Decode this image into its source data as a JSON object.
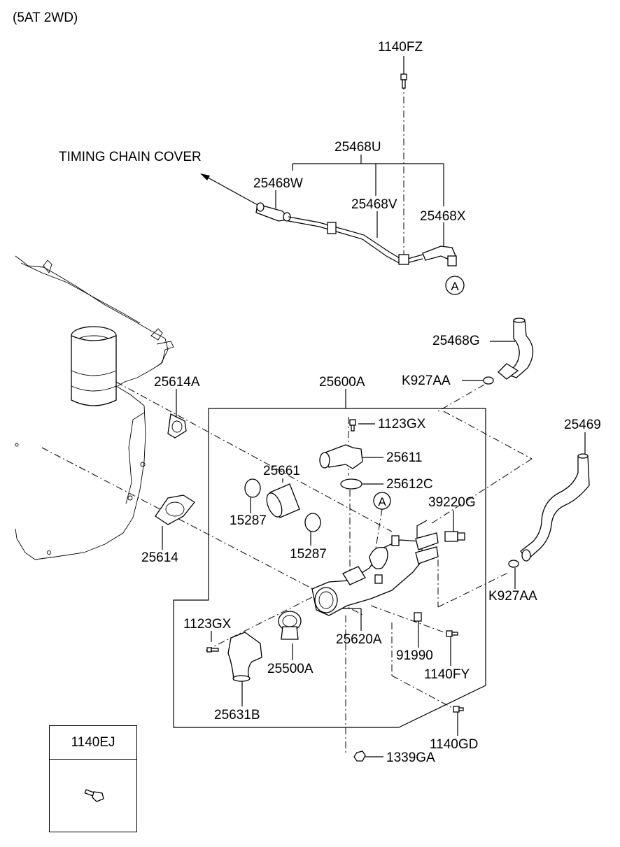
{
  "header": {
    "variant": "(5AT 2WD)"
  },
  "annotation": {
    "timing_chain_cover": "TIMING CHAIN COVER"
  },
  "callout": {
    "letter": "A"
  },
  "parts": {
    "p1140FZ": "1140FZ",
    "p25468U": "25468U",
    "p25468W": "25468W",
    "p25468V": "25468V",
    "p25468X": "25468X",
    "p25468G": "25468G",
    "pK927AA_top": "K927AA",
    "p25600A": "25600A",
    "p25614A": "25614A",
    "p1123GX_top": "1123GX",
    "p25611": "25611",
    "p25469": "25469",
    "p25661": "25661",
    "p25612C": "25612C",
    "p39220G": "39220G",
    "p15287_a": "15287",
    "p15287_b": "15287",
    "p25614": "25614",
    "pK927AA_bottom": "K927AA",
    "p1123GX_bottom": "1123GX",
    "p25620A": "25620A",
    "p91990": "91990",
    "p1140FY": "1140FY",
    "p25500A": "25500A",
    "p25631B": "25631B",
    "p1140GD": "1140GD",
    "p1339GA": "1339GA"
  },
  "legend": {
    "part": "1140EJ",
    "icon": "bolt-icon"
  }
}
